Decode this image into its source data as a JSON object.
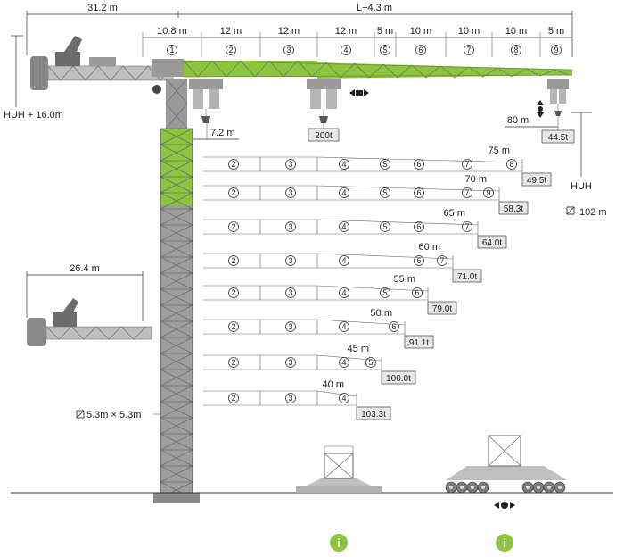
{
  "colors": {
    "accent": "#8cc63f",
    "structure": "#7a7a7a",
    "box_fill": "#e8e8e8",
    "text": "#222222"
  },
  "dims": {
    "counter_jib": "31.2 m",
    "jib_total": "L+4.3 m",
    "huh_plus": "HUH + 16.0m",
    "huh": "HUH",
    "tower_offset": "7.2 m",
    "short_counter_jib": "26.4 m",
    "mast_section": "5.3m × 5.3m",
    "hook_radius": "80 m",
    "max_height": "102 m"
  },
  "segments": [
    {
      "len": "10.8 m",
      "num": "①"
    },
    {
      "len": "12 m",
      "num": "②"
    },
    {
      "len": "12 m",
      "num": "③"
    },
    {
      "len": "12 m",
      "num": "④"
    },
    {
      "len": "5 m",
      "num": "⑤"
    },
    {
      "len": "10 m",
      "num": "⑥"
    },
    {
      "len": "10 m",
      "num": "⑦"
    },
    {
      "len": "10 m",
      "num": "⑧"
    },
    {
      "len": "5 m",
      "num": "⑨"
    }
  ],
  "loads": {
    "trolley_max": "200t",
    "tip_load": "44.5t"
  },
  "jib_configs": [
    {
      "radius": "75 m",
      "tip": "49.5t",
      "sections": [
        "②",
        "③",
        "④",
        "⑤",
        "⑥",
        "⑦",
        "⑧"
      ]
    },
    {
      "radius": "70 m",
      "tip": "58.3t",
      "sections": [
        "②",
        "③",
        "④",
        "⑤",
        "⑥",
        "⑦",
        "⑨"
      ]
    },
    {
      "radius": "65 m",
      "tip": "64.0t",
      "sections": [
        "②",
        "③",
        "④",
        "⑤",
        "⑥",
        "⑦"
      ]
    },
    {
      "radius": "60 m",
      "tip": "71.0t",
      "sections": [
        "②",
        "③",
        "④",
        "⑥",
        "⑦"
      ]
    },
    {
      "radius": "55 m",
      "tip": "79.0t",
      "sections": [
        "②",
        "③",
        "④",
        "⑤",
        "⑥"
      ]
    },
    {
      "radius": "50 m",
      "tip": "91.1t",
      "sections": [
        "②",
        "③",
        "④",
        "⑥"
      ]
    },
    {
      "radius": "45 m",
      "tip": "100.0t",
      "sections": [
        "②",
        "③",
        "④",
        "⑤"
      ]
    },
    {
      "radius": "40 m",
      "tip": "103.3t",
      "sections": [
        "②",
        "③",
        "④"
      ]
    }
  ],
  "info_buttons": [
    {
      "icon": "info-icon",
      "label": "i"
    },
    {
      "icon": "info-icon",
      "label": "i"
    }
  ]
}
